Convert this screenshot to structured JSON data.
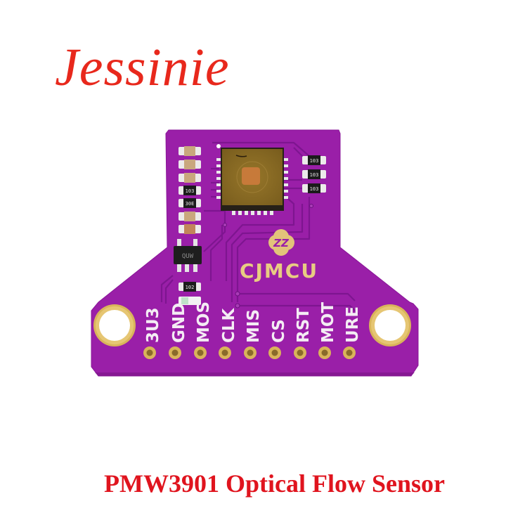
{
  "brand": {
    "name": "Jessinie",
    "color": "#e8281c"
  },
  "caption": {
    "text": "PMW3901 Optical Flow Sensor",
    "color": "#e0141e"
  },
  "board": {
    "color": "#9a1fa8",
    "trace_color": "#7e1590",
    "silkscreen_color": "#f4ecf4",
    "gold_color": "#d9b45a",
    "logo_text": "CJMCU",
    "sensor_chip": "PMW3901",
    "pins": [
      {
        "label": "3U3"
      },
      {
        "label": "GND"
      },
      {
        "label": "MOS"
      },
      {
        "label": "CLK"
      },
      {
        "label": "MIS"
      },
      {
        "label": "CS"
      },
      {
        "label": "RST"
      },
      {
        "label": "MOT"
      },
      {
        "label": "URE"
      }
    ],
    "left_components": [
      {
        "type": "capacitor",
        "marking": ""
      },
      {
        "type": "capacitor",
        "marking": ""
      },
      {
        "type": "capacitor",
        "marking": ""
      },
      {
        "type": "resistor",
        "marking": "103"
      },
      {
        "type": "resistor",
        "marking": "30E"
      },
      {
        "type": "capacitor",
        "marking": ""
      },
      {
        "type": "capacitor",
        "marking": ""
      }
    ],
    "right_components": [
      {
        "type": "resistor",
        "marking": "103"
      },
      {
        "type": "resistor",
        "marking": "103"
      },
      {
        "type": "resistor",
        "marking": "103"
      }
    ],
    "regulator_marking": "QUW",
    "bottom_resistor_marking": "102"
  }
}
